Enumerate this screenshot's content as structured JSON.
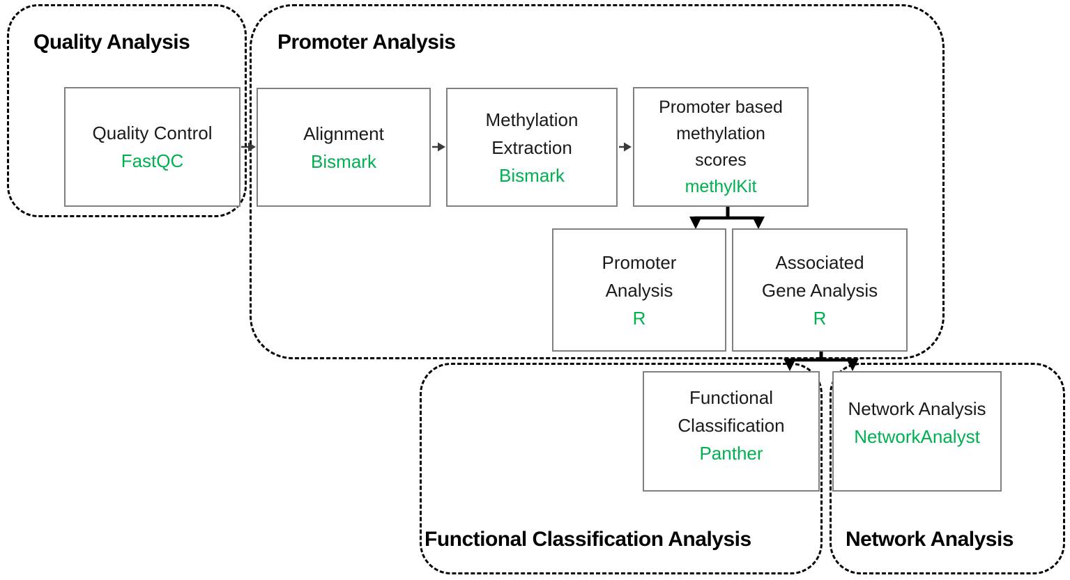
{
  "diagram_title": "Methylation analysis pipeline flowchart",
  "colors": {
    "background": "#ffffff",
    "tool_green": "#00B050",
    "box_border": "#808080",
    "container_dash": "#000000",
    "text": "#1a1a1a",
    "small_arrow": "#3a3a3a",
    "branch_arrow": "#000000"
  },
  "containers": [
    {
      "id": "quality",
      "label": "Quality Analysis"
    },
    {
      "id": "promoter",
      "label": "Promoter Analysis"
    },
    {
      "id": "functional",
      "label": "Functional Classification Analysis"
    },
    {
      "id": "network",
      "label": "Network Analysis"
    }
  ],
  "boxes": [
    {
      "id": "quality-control",
      "lines": [
        "Quality Control"
      ],
      "tool": "FastQC"
    },
    {
      "id": "alignment",
      "lines": [
        "Alignment"
      ],
      "tool": "Bismark"
    },
    {
      "id": "methylation-extraction",
      "lines": [
        "Methylation",
        "Extraction"
      ],
      "tool": "Bismark"
    },
    {
      "id": "promoter-methylation-scores",
      "lines": [
        "Promoter based",
        "methylation",
        "scores"
      ],
      "tool": "methylKit"
    },
    {
      "id": "promoter-analysis",
      "lines": [
        "Promoter",
        "Analysis"
      ],
      "tool": "R"
    },
    {
      "id": "associated-gene-analysis",
      "lines": [
        "Associated",
        "Gene Analysis"
      ],
      "tool": "R"
    },
    {
      "id": "functional-classification",
      "lines": [
        "Functional",
        "Classification"
      ],
      "tool": "Panther"
    },
    {
      "id": "network-analysis",
      "lines": [
        "Network Analysis"
      ],
      "tool": "NetworkAnalyst"
    }
  ],
  "flow": [
    "Quality Control -> Alignment",
    "Alignment -> Methylation Extraction",
    "Methylation Extraction -> Promoter based methylation scores",
    "Promoter based methylation scores -> Promoter Analysis",
    "Promoter based methylation scores -> Associated Gene Analysis",
    "Associated Gene Analysis -> Functional Classification",
    "Associated Gene Analysis -> Network Analysis"
  ]
}
